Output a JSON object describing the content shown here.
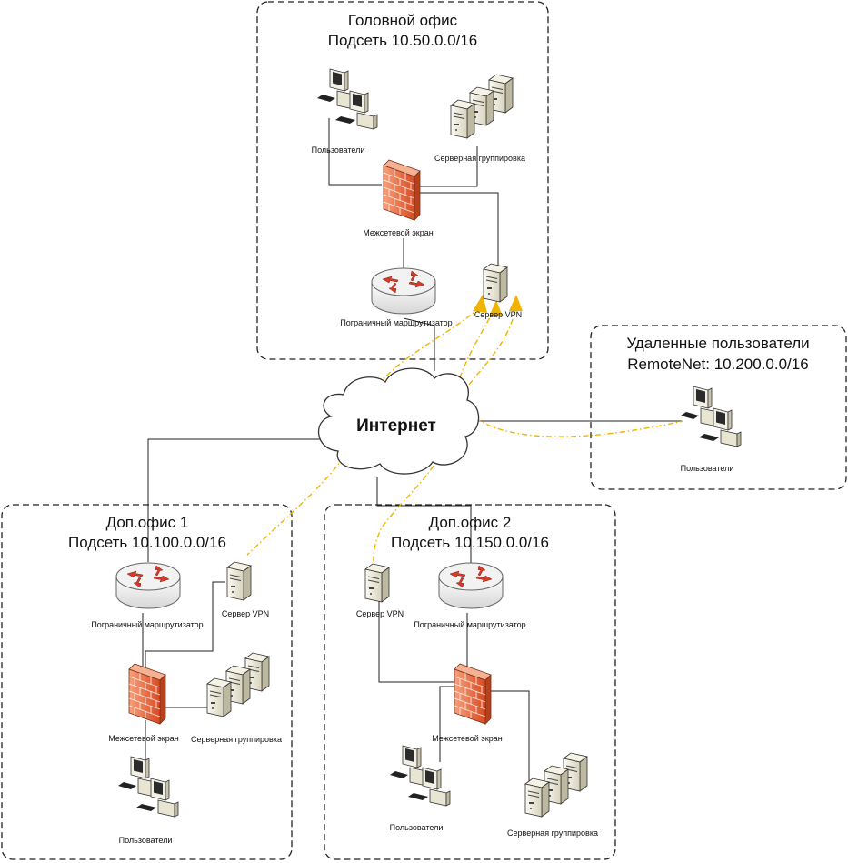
{
  "hq": {
    "title": "Головной офис",
    "subnet": "Подсеть 10.50.0.0/16",
    "users": "Пользователи",
    "servers": "Серверная группировка",
    "firewall": "Межсетевой экран",
    "router": "Пограничный маршрутизатор",
    "vpn": "Сервер VPN"
  },
  "internet": {
    "label": "Интернет"
  },
  "remote": {
    "title": "Удаленные пользователи",
    "subnet": "RemoteNet: 10.200.0.0/16",
    "users": "Пользователи"
  },
  "branch1": {
    "title": "Доп.офис 1",
    "subnet": "Подсеть 10.100.0.0/16",
    "router": "Пограничный маршрутизатор",
    "vpn": "Сервер VPN",
    "firewall": "Межсетевой экран",
    "servers": "Серверная группировка",
    "users": "Пользователи"
  },
  "branch2": {
    "title": "Доп.офис 2",
    "subnet": "Подсеть 10.150.0.0/16",
    "vpn": "Сервер VPN",
    "router": "Пограничный маршрутизатор",
    "firewall": "Межсетевой экран",
    "users": "Пользователи",
    "servers": "Серверная группировка"
  },
  "colors": {
    "tunnel": "#f0b400",
    "firewall": "#e8623a",
    "router_arrows": "#d63a2a",
    "device": "#ece9d8"
  }
}
